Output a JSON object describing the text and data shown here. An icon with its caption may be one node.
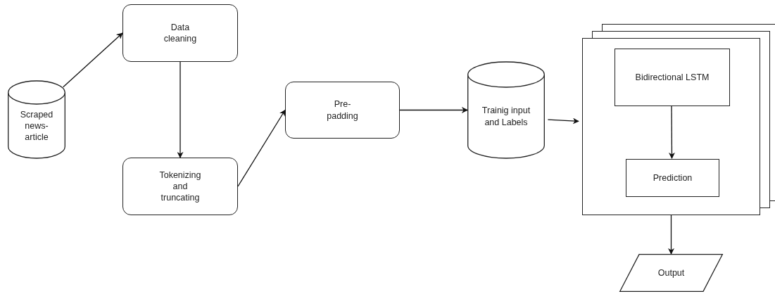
{
  "diagram": {
    "nodes": [
      {
        "text": [
          "Scraped news-article"
        ]
      },
      {
        "text": [
          "Data cleaning"
        ]
      },
      {
        "text": [
          "Tokenizing and truncating"
        ]
      },
      {
        "text": [
          "Pre-padding"
        ]
      },
      {
        "text": [
          "Trainig input and Labels"
        ]
      },
      {
        "text": [],
        "shape": "box"
      },
      {
        "text": [
          "Bidirectional LSTM"
        ],
        "in": 5
      },
      {
        "text": [
          "Prediction"
        ],
        "in": 5
      },
      {
        "text": [
          "Output"
        ]
      }
    ],
    "edges": [
      {
        "from": 0,
        "to": 1,
        "arrow": "to"
      },
      {
        "from": 1,
        "to": 2,
        "arrow": "to"
      },
      {
        "from": 2,
        "to": 3,
        "arrow": "to"
      },
      {
        "from": 3,
        "to": 4,
        "arrow": "to"
      },
      {
        "from": 4,
        "to": 5,
        "arrow": "to"
      },
      {
        "from": 6,
        "to": 7,
        "arrow": "to"
      },
      {
        "from": 5,
        "to": 8,
        "arrow": "to"
      }
    ]
  }
}
